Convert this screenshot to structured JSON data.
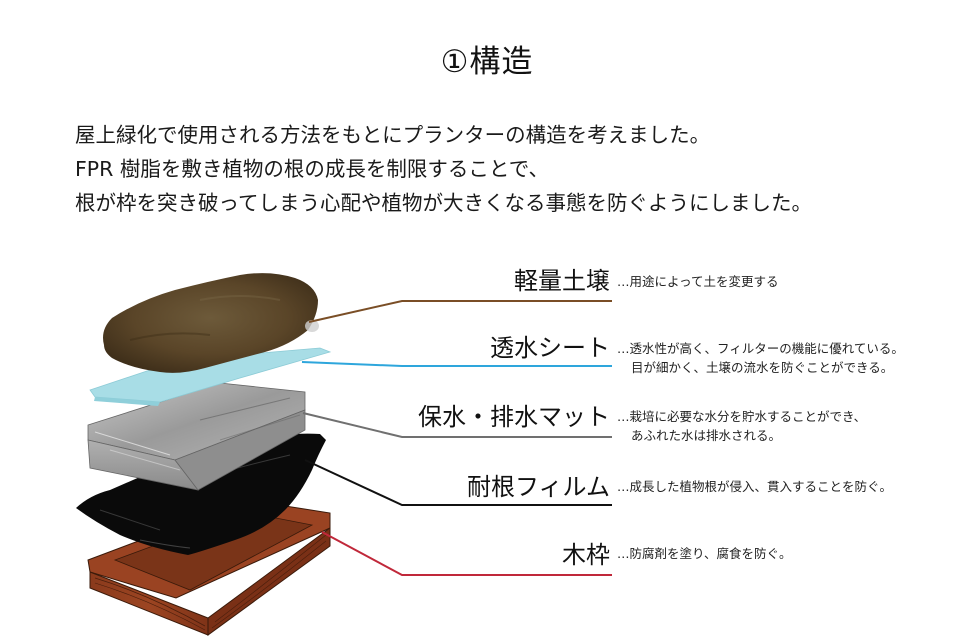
{
  "title": "①構造",
  "intro": {
    "lines": [
      "屋上緑化で使用される方法をもとにプランターの構造を考えました。",
      "FPR 樹脂を敷き植物の根の成長を制限することで、",
      "根が枠を突き破ってしまう心配や植物が大きくなる事態を防ぐようにしました。"
    ]
  },
  "layers": [
    {
      "name": "軽量土壌",
      "color": "#7a4e26",
      "desc": [
        "…用途によって土を変更する"
      ]
    },
    {
      "name": "透水シート",
      "color": "#2ea6dc",
      "desc": [
        "…透水性が高く、フィルターの機能に優れている。",
        "目が細かく、土壌の流水を防ぐことができる。"
      ]
    },
    {
      "name": "保水・排水マット",
      "color": "#707070",
      "desc": [
        "…栽培に必要な水分を貯水することができ、",
        "あふれた水は排水される。"
      ]
    },
    {
      "name": "耐根フィルム",
      "color": "#111111",
      "desc": [
        "…成長した植物根が侵入、貫入することを防ぐ。"
      ]
    },
    {
      "name": "木枠",
      "color": "#c0283a",
      "desc": [
        "…防腐剤を塗り、腐食を防ぐ。"
      ]
    }
  ],
  "colors": {
    "soil": "#5e4a2e",
    "filter_sheet": "#a8dde6",
    "mat": "#a9a9a9",
    "film": "#0a0a0a",
    "frame": "#8a3a1c",
    "frame_inner": "#7a3418"
  }
}
